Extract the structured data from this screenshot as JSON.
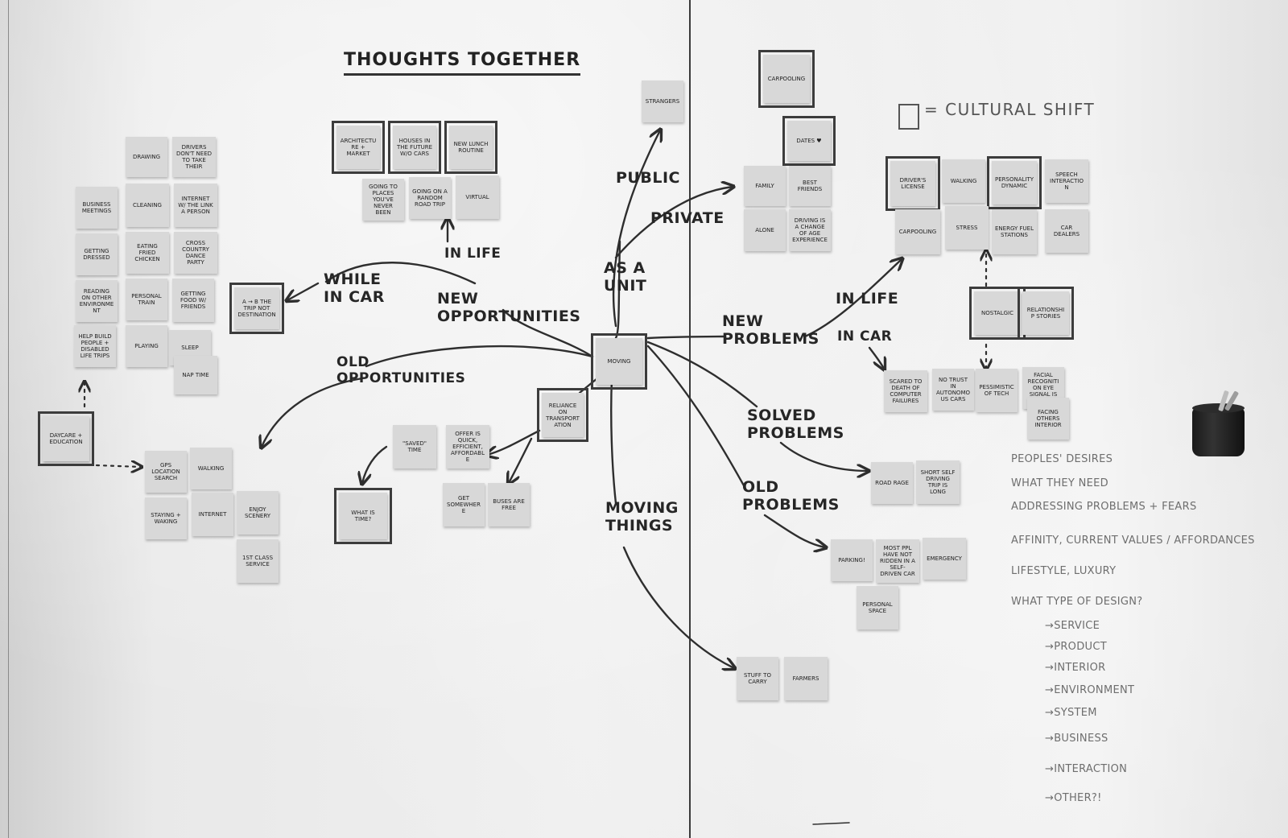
{
  "board": {
    "title": "THOUGHTS TOGETHER",
    "legend": "= CULTURAL SHIFT"
  },
  "labels": {
    "public": "PUBLIC",
    "private": "PRIVATE",
    "as_a_unit": "AS A\nUNIT",
    "in_life_top": "IN LIFE",
    "while_in_car": "WHILE\nIN CAR",
    "new_opportunities": "NEW\nOPPORTUNITIES",
    "old_opportunities": "OLD\nOPPORTUNITIES",
    "new_problems": "NEW\nPROBLEMS",
    "in_life_right": "IN LIFE",
    "in_car_right": "IN CAR",
    "solved_problems": "SOLVED\nPROBLEMS",
    "old_problems": "OLD\nPROBLEMS",
    "moving_things": "MOVING\nTHINGS",
    "saved_time": "\"SAVED\"\nTIME"
  },
  "notes": {
    "moving": "MOVING",
    "reliance": "RELIANCE ON TRANSPORTATION",
    "strangers": "STRANGERS",
    "carpooling": "CARPOOLING",
    "dates": "DATES ♥",
    "family": "FAMILY",
    "best_friends": "BEST FRIENDS",
    "alone": "ALONE",
    "driving_age": "DRIVING IS A CHANGE OF AGE EXPERIENCE",
    "architecture": "ARCHITECTURE + MARKET",
    "houses": "HOUSES IN THE FUTURE W/O CARS",
    "new_lunch": "NEW LUNCH ROUTINE",
    "going_places": "GOING TO PLACES YOU'VE NEVER BEEN",
    "road_trip": "GOING ON A RANDOM ROAD TRIP",
    "virtual": "VIRTUAL",
    "a_to_b": "A → B THE TRIP NOT DESTINATION",
    "drawing": "DRAWING",
    "drivers_not_need": "DRIVERS DON'T NEED TO TAKE THEIR",
    "business_meetings": "BUSINESS MEETINGS",
    "cleaning": "CLEANING",
    "internet_link": "INTERNET W/ THE LINK A PERSON",
    "getting_dressed": "GETTING DRESSED",
    "eating_chicken": "EATING FRIED CHICKEN",
    "dance_party": "CROSS COUNTRY DANCE PARTY",
    "reading": "READING ON OTHER ENVIRONMENT",
    "personal_train": "PERSONAL TRAIN",
    "getting_food": "GETTING FOOD W/ FRIENDS",
    "help_build": "HELP BUILD PEOPLE + DISABLED LIFE TRIPS",
    "playing": "PLAYING",
    "sleep": "SLEEP",
    "nap_time": "NAP TIME",
    "daycare": "DAYCARE + EDUCATION",
    "gps": "GPS LOCATION SEARCH",
    "walking_left": "WALKING",
    "staying": "STAYING + WAKING",
    "internet": "INTERNET",
    "enjoy_scenery": "ENJOY SCENERY",
    "first_class": "1ST CLASS SERVICE",
    "what_is_time": "WHAT IS TIME?",
    "quick": "OFFER IS QUICK, EFFICIENT, AFFORDABLE",
    "get_somewhere": "GET SOMEWHERE",
    "buses_free": "BUSES ARE FREE",
    "drivers_license": "DRIVER'S LICENSE",
    "walking_right": "WALKING",
    "personality": "PERSONALITY DYNAMIC",
    "speech": "SPEECH INTERACTION",
    "carpooling_2": "CARPOOLING",
    "stress": "STRESS",
    "energy": "ENERGY FUEL STATIONS",
    "car_dealers": "CAR DEALERS",
    "nostalgic": "NOSTALGIC",
    "relationships": "RELATIONSHIP STORIES",
    "scared": "SCARED TO DEATH OF COMPUTER FAILURES",
    "no_trust": "NO TRUST IN AUTONOMOUS CARS",
    "pessimistic": "PESSIMISTIC OF TECH",
    "facial": "FACIAL RECOGNITION EYE SIGNAL IS ANALYZED",
    "facing_others": "FACING OTHERS INTERIOR",
    "road_rage": "ROAD RAGE",
    "short_self": "SHORT SELF DRIVING TRIP IS LONG",
    "parking": "PARKING!",
    "most_ppl": "MOST PPL HAVE NOT RIDDEN IN A SELF-DRIVEN CAR",
    "emergency": "EMERGENCY",
    "personal_space": "PERSONAL SPACE",
    "stuff_to_carry": "STUFF TO CARRY",
    "farmers": "FARMERS"
  },
  "right_list": {
    "items": [
      "PEOPLES' DESIRES",
      "WHAT THEY NEED",
      "ADDRESSING PROBLEMS + FEARS",
      "AFFINITY, CURRENT VALUES / AFFORDANCES",
      "LIFESTYLE, LUXURY",
      "WHAT TYPE OF DESIGN?"
    ],
    "subitems": [
      "SERVICE",
      "PRODUCT",
      "INTERIOR",
      "ENVIRONMENT",
      "SYSTEM",
      "BUSINESS",
      "INTERACTION",
      "OTHER?!"
    ]
  }
}
